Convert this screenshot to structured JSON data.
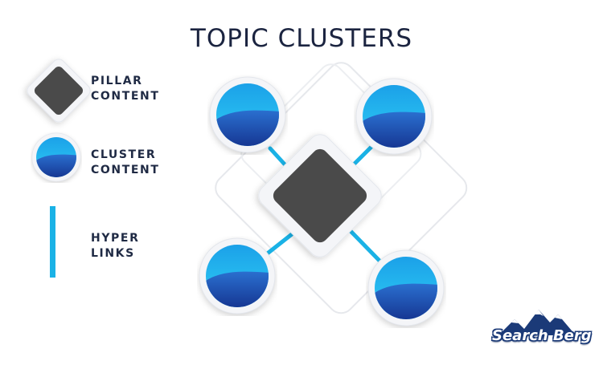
{
  "title": "TOPIC CLUSTERS",
  "legend": {
    "pillar": {
      "line1": "PILLAR",
      "line2": "CONTENT"
    },
    "cluster": {
      "line1": "CLUSTER",
      "line2": "CONTENT"
    },
    "links": {
      "line1": "HYPER",
      "line2": "LINKS"
    }
  },
  "brand": {
    "name": "Search Berg"
  },
  "colors": {
    "pillar": "#4a4a4a",
    "cluster_light": "#29c3f0",
    "cluster_dark": "#1a3f9e",
    "link": "#1ab2e6",
    "title": "#1b2440"
  }
}
